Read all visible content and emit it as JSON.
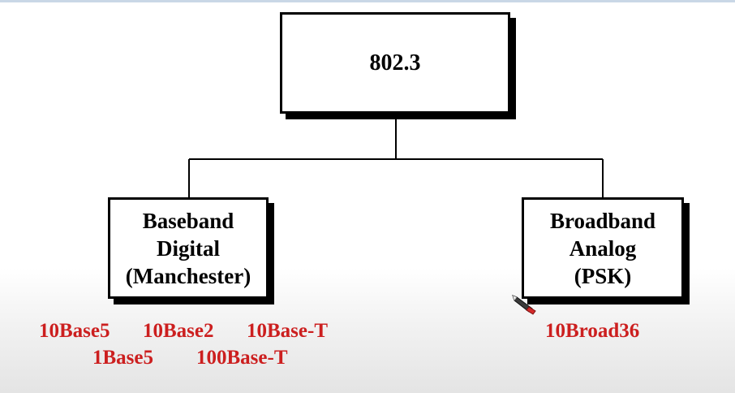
{
  "diagram": {
    "root": {
      "label": "802.3"
    },
    "baseband": {
      "lines": [
        "Baseband",
        "Digital",
        "(Manchester)"
      ],
      "standards": [
        "10Base5",
        "10Base2",
        "10Base-T",
        "1Base5",
        "100Base-T"
      ]
    },
    "broadband": {
      "lines": [
        "Broadband",
        "Analog",
        "(PSK)"
      ],
      "standards": [
        "10Broad36"
      ]
    }
  },
  "colors": {
    "standard_text": "#cc1f1f",
    "box_border": "#000000",
    "box_fill": "#ffffff",
    "connector": "#000000"
  },
  "icons": {
    "cursor": "pen-cursor-icon"
  }
}
